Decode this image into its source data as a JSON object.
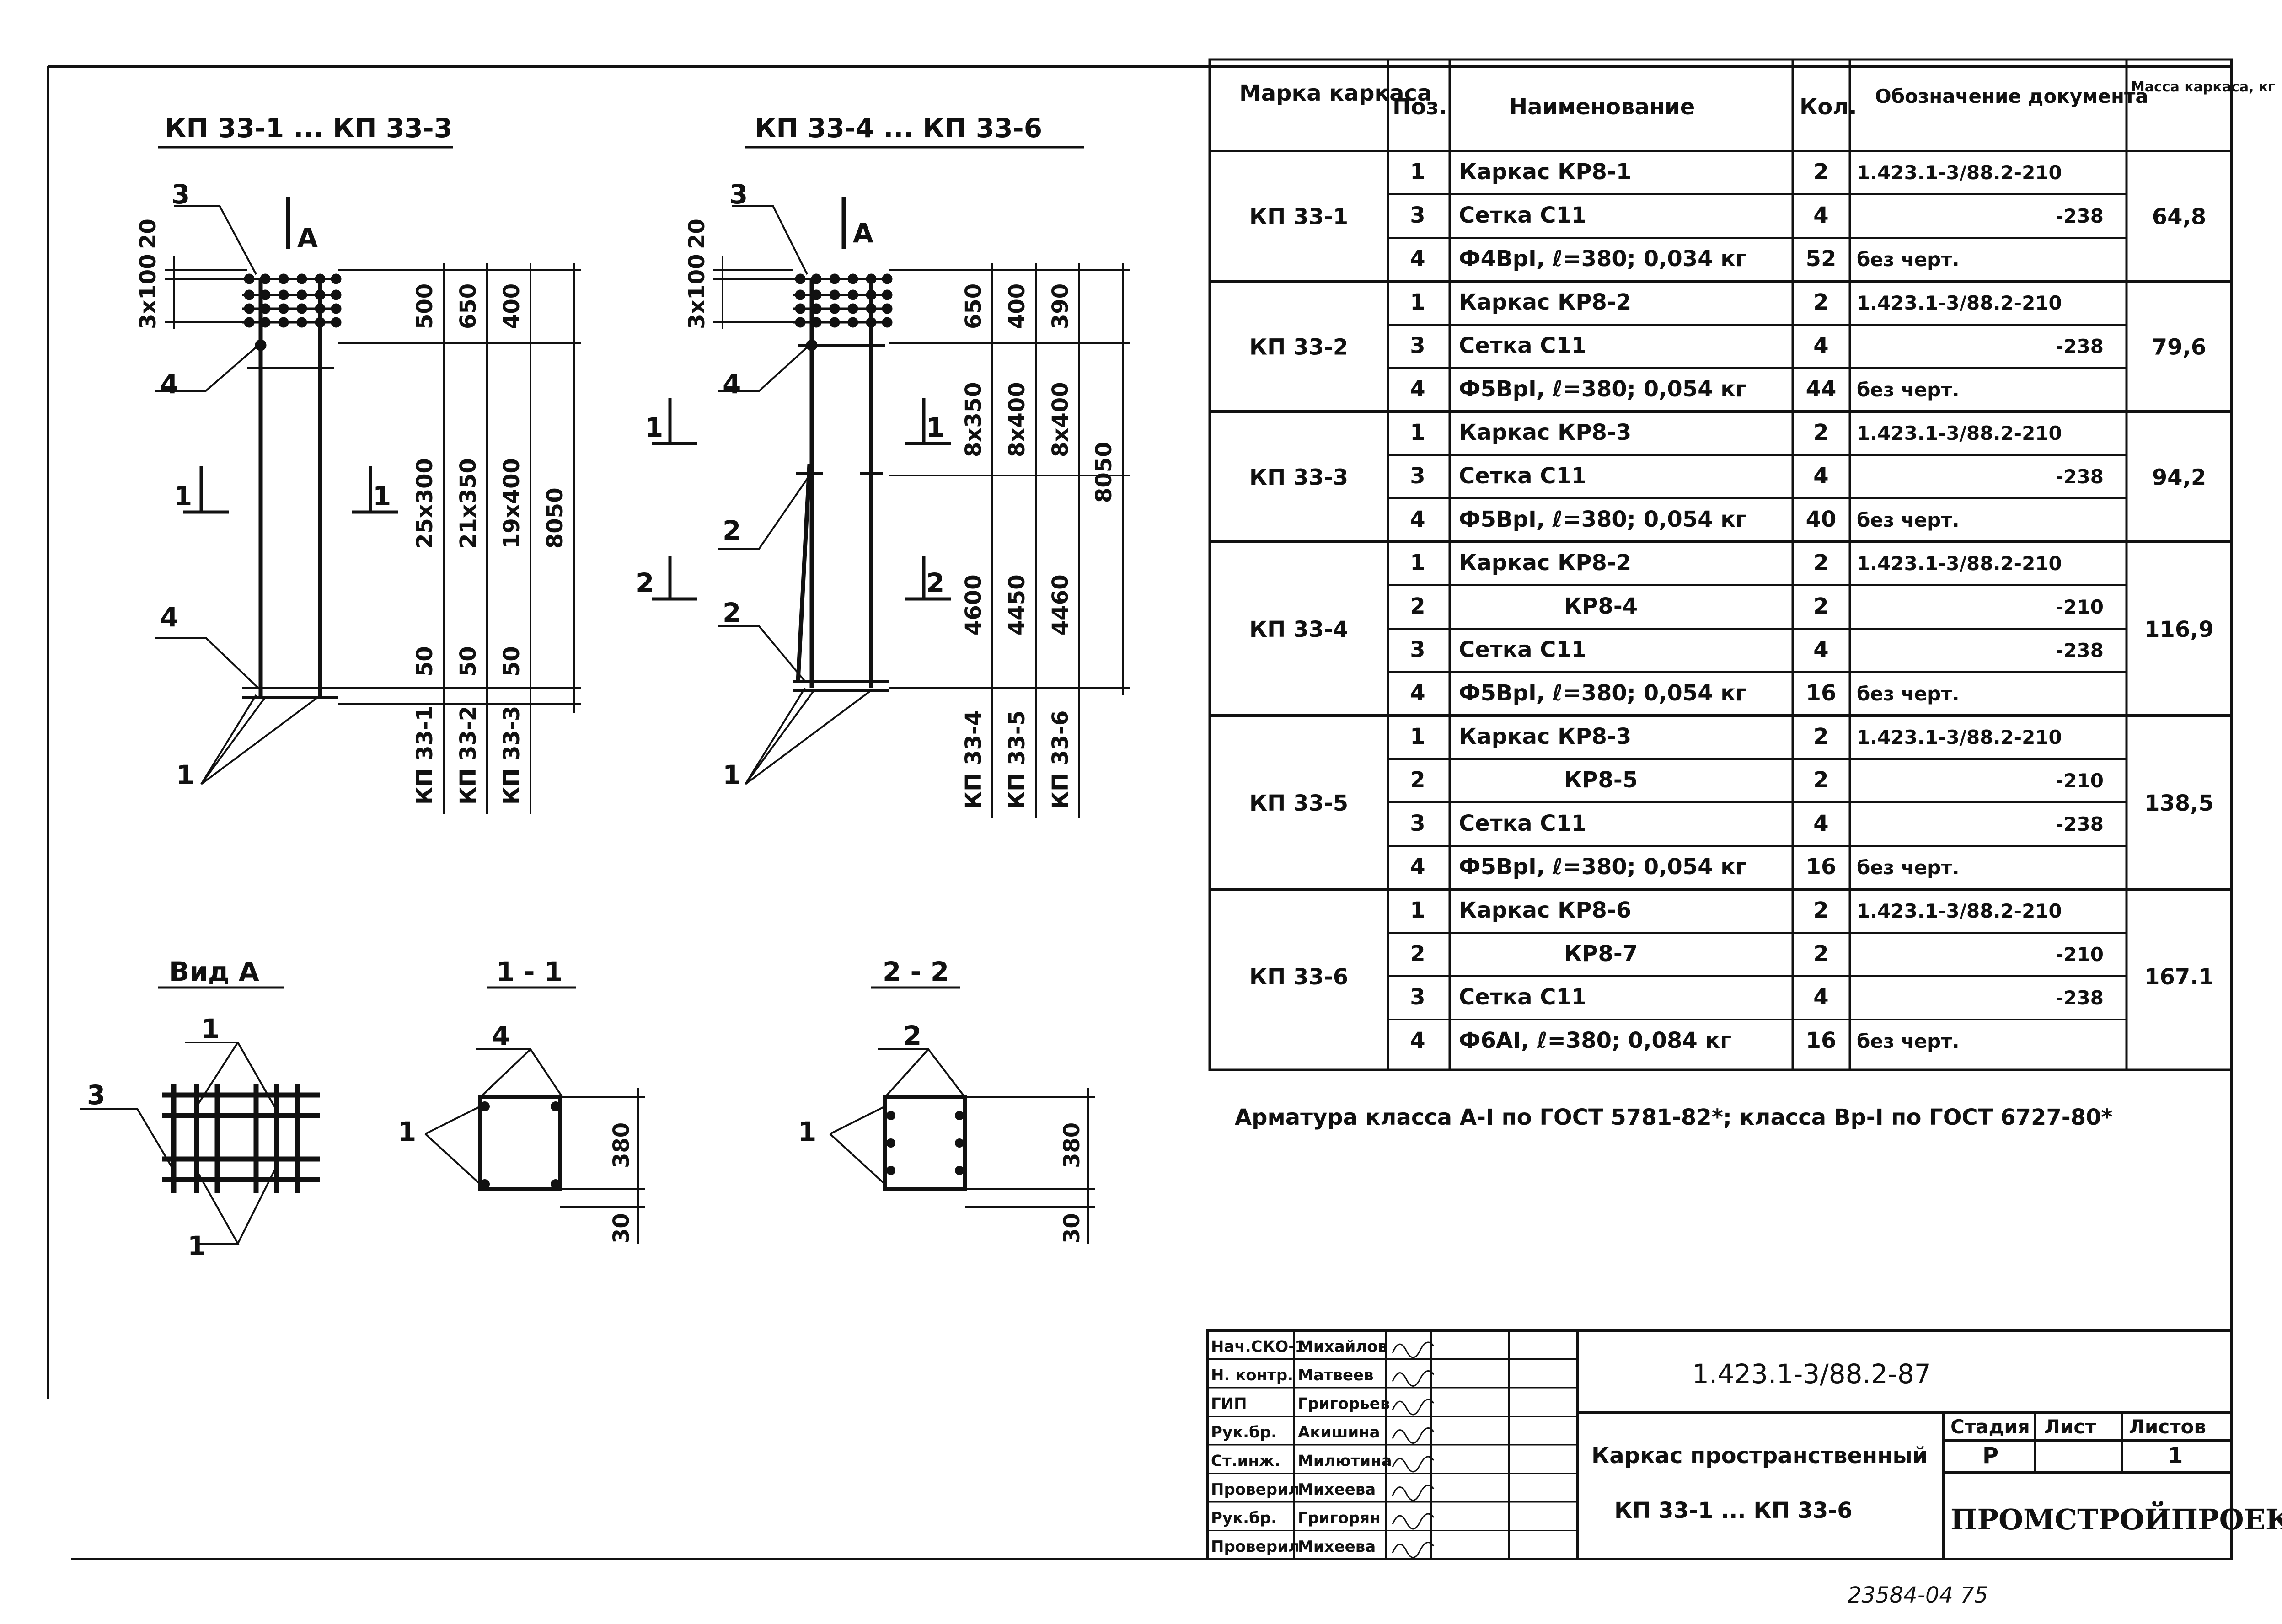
{
  "drawing": {
    "top_left_title": "КП 33-1 ... КП 33-3",
    "top_right_title": "КП 33-4 ... КП 33-6",
    "section_view_a": "Вид А",
    "section_1_1": "1 - 1",
    "section_2_2": "2 - 2",
    "view_marker": "А",
    "pos_label_1": "1",
    "pos_label_2": "2",
    "pos_label_3": "3",
    "pos_label_4": "4",
    "dims_left": {
      "d20": "20",
      "d3x100": "3x100",
      "d500": "500",
      "d650": "650",
      "d400": "400",
      "d25x300": "25x300",
      "d21x350": "21x350",
      "d19x400": "19x400",
      "d8050": "8050",
      "d50": "50"
    },
    "dims_right": {
      "d20": "20",
      "d3x100": "3x100",
      "d650": "650",
      "d400": "400",
      "d390": "390",
      "d8x350": "8x350",
      "d8x400": "8x400",
      "d4600": "4600",
      "d4450": "4450",
      "d4460": "4460",
      "d8050": "8050"
    },
    "marks_left": [
      "КП 33-1",
      "КП 33-2",
      "КП 33-3"
    ],
    "marks_right": [
      "КП 33-4",
      "КП 33-5",
      "КП 33-6"
    ],
    "section_dims": {
      "d380": "380",
      "d30": "30"
    }
  },
  "table": {
    "headers": {
      "marka": "Марка каркаса",
      "poz": "Поз.",
      "naim": "Наименование",
      "kol": "Кол.",
      "oboz": "Обозначение документа",
      "massa": "Масса каркаса, кг"
    },
    "groups": [
      {
        "mark": "КП 33-1",
        "mass": "64,8",
        "rows": [
          {
            "poz": "1",
            "name": "Каркас КР8-1",
            "kol": "2",
            "doc": "1.423.1-3/88.2-210"
          },
          {
            "poz": "3",
            "name": "Сетка С11",
            "kol": "4",
            "doc": "-238"
          },
          {
            "poz": "4",
            "name": "Ф4ВрI, ℓ=380; 0,034 кг",
            "kol": "52",
            "doc": "без черт."
          }
        ]
      },
      {
        "mark": "КП 33-2",
        "mass": "79,6",
        "rows": [
          {
            "poz": "1",
            "name": "Каркас КР8-2",
            "kol": "2",
            "doc": "1.423.1-3/88.2-210"
          },
          {
            "poz": "3",
            "name": "Сетка С11",
            "kol": "4",
            "doc": "-238"
          },
          {
            "poz": "4",
            "name": "Ф5ВрI, ℓ=380; 0,054 кг",
            "kol": "44",
            "doc": "без черт."
          }
        ]
      },
      {
        "mark": "КП 33-3",
        "mass": "94,2",
        "rows": [
          {
            "poz": "1",
            "name": "Каркас КР8-3",
            "kol": "2",
            "doc": "1.423.1-3/88.2-210"
          },
          {
            "poz": "3",
            "name": "Сетка С11",
            "kol": "4",
            "doc": "-238"
          },
          {
            "poz": "4",
            "name": "Ф5ВрI, ℓ=380; 0,054 кг",
            "kol": "40",
            "doc": "без черт."
          }
        ]
      },
      {
        "mark": "КП 33-4",
        "mass": "116,9",
        "rows": [
          {
            "poz": "1",
            "name": "Каркас КР8-2",
            "kol": "2",
            "doc": "1.423.1-3/88.2-210"
          },
          {
            "poz": "2",
            "name": "КР8-4",
            "kol": "2",
            "doc": "-210"
          },
          {
            "poz": "3",
            "name": "Сетка С11",
            "kol": "4",
            "doc": "-238"
          },
          {
            "poz": "4",
            "name": "Ф5ВрI, ℓ=380; 0,054 кг",
            "kol": "16",
            "doc": "без черт."
          }
        ]
      },
      {
        "mark": "КП 33-5",
        "mass": "138,5",
        "rows": [
          {
            "poz": "1",
            "name": "Каркас КР8-3",
            "kol": "2",
            "doc": "1.423.1-3/88.2-210"
          },
          {
            "poz": "2",
            "name": "КР8-5",
            "kol": "2",
            "doc": "-210"
          },
          {
            "poz": "3",
            "name": "Сетка С11",
            "kol": "4",
            "doc": "-238"
          },
          {
            "poz": "4",
            "name": "Ф5ВрI, ℓ=380; 0,054 кг",
            "kol": "16",
            "doc": "без черт."
          }
        ]
      },
      {
        "mark": "КП 33-6",
        "mass": "167.1",
        "rows": [
          {
            "poz": "1",
            "name": "Каркас КР8-6",
            "kol": "2",
            "doc": "1.423.1-3/88.2-210"
          },
          {
            "poz": "2",
            "name": "КР8-7",
            "kol": "2",
            "doc": "-210"
          },
          {
            "poz": "3",
            "name": "Сетка С11",
            "kol": "4",
            "doc": "-238"
          },
          {
            "poz": "4",
            "name": "Ф6АI, ℓ=380; 0,084 кг",
            "kol": "16",
            "doc": "без черт."
          }
        ]
      }
    ]
  },
  "note": "Арматура класса А-I по ГОСТ 5781-82*; класса Вр-I по ГОСТ 6727-80*",
  "title_block": {
    "roles": [
      "Нач.СКО-1",
      "Н. контр.",
      "ГИП",
      "Рук.бр.",
      "Ст.инж.",
      "Проверил",
      "Рук.бр.",
      "Проверил"
    ],
    "names": [
      "Михайлов",
      "Матвеев",
      "Григорьев",
      "Акишина",
      "Милютина",
      "Михеева",
      "Григорян",
      "Михеева"
    ],
    "doc_code": "1.423.1-3/88.2-87",
    "object_title": "Каркас пространственный",
    "object_range": "КП 33-1 ... КП 33-6",
    "stage_label": "Стадия",
    "sheet_label": "Лист",
    "sheets_label": "Листов",
    "stage_value": "Р",
    "sheets_value": "1",
    "org": "ПРОМСТРОЙПРОЕКТ"
  },
  "archive_number": "23584-04 75"
}
